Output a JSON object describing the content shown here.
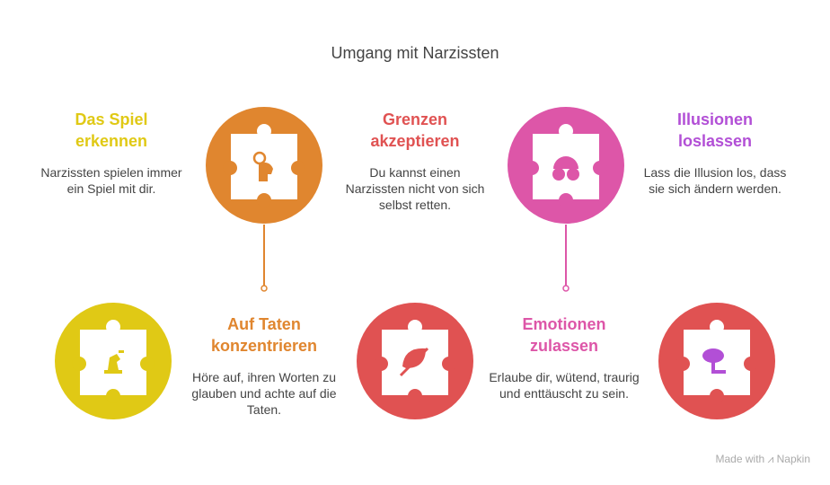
{
  "title": "Umgang mit Narzissten",
  "steps": [
    {
      "heading_line1": "Das Spiel",
      "heading_line2": "erkennen",
      "description": "Narzissten spielen immer ein Spiel mit dir.",
      "color": "#E0862F",
      "icon": "detective-head-icon"
    },
    {
      "heading_line1": "Auf Taten",
      "heading_line2": "konzentrieren",
      "description": "Höre auf, ihren Worten zu glauben und achte auf die Taten.",
      "color": "#E0C915",
      "icon": "chess-knight-icon"
    },
    {
      "heading_line1": "Grenzen",
      "heading_line2": "akzeptieren",
      "description": "Du kannst einen Narzissten nicht von sich selbst retten.",
      "color": "#E05252",
      "icon": "no-leaf-icon"
    },
    {
      "heading_line1": "Emotionen",
      "heading_line2": "zulassen",
      "description": "Erlaube dir, wütend, traurig und enttäuscht zu sein.",
      "color": "#DD56A8",
      "icon": "hugging-face-icon"
    },
    {
      "heading_line1": "Illusionen",
      "heading_line2": "loslassen",
      "description": "Lass die Illusion los, dass sie sich ändern werden.",
      "color": "#B24FD6",
      "icon": "tree-icon"
    }
  ],
  "watermark": "Made with ⩘ Napkin"
}
